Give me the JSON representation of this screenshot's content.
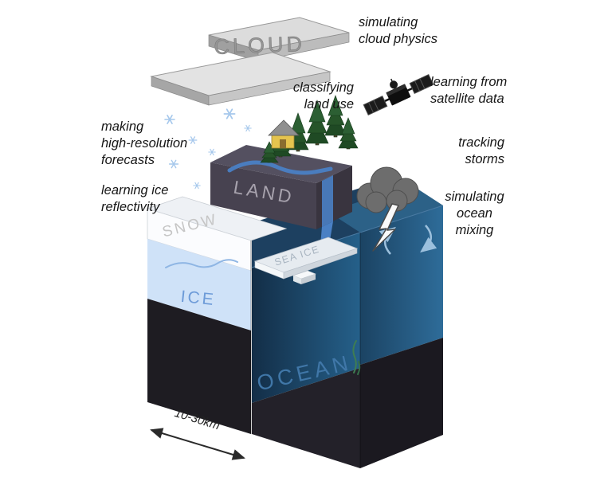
{
  "blocks": {
    "cloud": "CLOUD",
    "land": "LAND",
    "snow": "SNOW",
    "ice": "ICE",
    "sea_ice": "SEA ICE",
    "ocean": "OCEAN"
  },
  "annotations": {
    "cloud_physics": "simulating\ncloud physics",
    "land_use": "classifying\nland use",
    "satellite": "learning from\nsatellite data",
    "forecasts": "making\nhigh-resolution\nforecasts",
    "storms": "tracking\nstorms",
    "ice_reflectivity": "learning ice\nreflectivity",
    "ocean_mixing": "simulating\nocean\nmixing"
  },
  "scale_label": "10-30km",
  "colors": {
    "ice_face": "#cfe2f8",
    "snow_face": "#fbfcfe",
    "snow_top": "#eef1f5",
    "land_face": "#474250",
    "base_dark": "#1e1c22",
    "ocean_deep": "#143049",
    "ocean_light": "#25608a",
    "river": "#4a80c4",
    "cloud_top": "#e3e3e3"
  }
}
